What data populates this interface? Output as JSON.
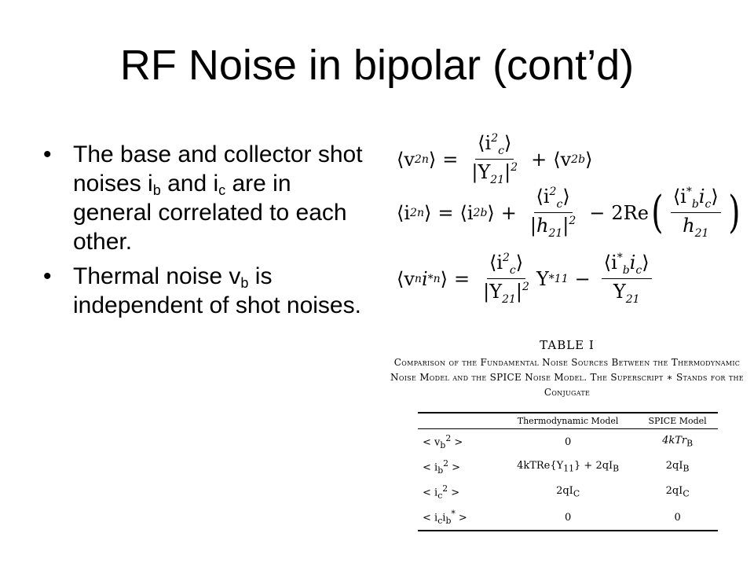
{
  "slide": {
    "title": "RF Noise in bipolar (cont’d)"
  },
  "bullets": [
    {
      "mark": "•",
      "parts": [
        "The base and collector shot noises i",
        "b",
        " and i",
        "c",
        " are in general correlated to each other."
      ]
    },
    {
      "mark": "•",
      "parts": [
        "Thermal noise v",
        "b",
        " is independent of shot noises."
      ]
    }
  ],
  "equations": {
    "e1": {
      "lhs": "⟨v",
      "lhs_sup": "2",
      "lhs_sub": "n",
      "lhs_close": "⟩",
      "num": "⟨i",
      "num_sup": "2",
      "num_sub": "c",
      "num_close": "⟩",
      "den": "|Y",
      "den_sub": "21",
      "den_close": "|",
      "den_sup": "2",
      "tail": "⟨v",
      "tail_sup": "2",
      "tail_sub": "b",
      "tail_close": "⟩"
    },
    "e2": {
      "lhs": "⟨i",
      "lhs_sup": "2",
      "lhs_sub": "n",
      "lhs_close": "⟩",
      "t1": "⟨i",
      "t1_sup": "2",
      "t1_sub": "b",
      "t1_close": "⟩",
      "num": "⟨i",
      "num_sup": "2",
      "num_sub": "c",
      "num_close": "⟩",
      "den": "|h",
      "den_sub": "21",
      "den_close": "|",
      "den_sup": "2",
      "re": "2Re",
      "inner_num": "⟨i",
      "inner_num_sup": "*",
      "inner_num_sub": "b",
      "inner_num_mid": "i",
      "inner_num_sub2": "c",
      "inner_num_close": "⟩",
      "inner_den": "h",
      "inner_den_sub": "21"
    },
    "e3": {
      "lhs": "⟨v",
      "lhs_sub": "n",
      "lhs_mid": "i",
      "lhs_sup": "*",
      "lhs_sub2": "n",
      "lhs_close": "⟩",
      "num": "⟨i",
      "num_sup": "2",
      "num_sub": "c",
      "num_close": "⟩",
      "den": "|Y",
      "den_sub": "21",
      "den_close": "|",
      "den_sup": "2",
      "y": "Y",
      "y_sup": "*",
      "y_sub": "11",
      "num2": "⟨i",
      "num2_sup": "*",
      "num2_sub": "b",
      "num2_mid": "i",
      "num2_sub2": "c",
      "num2_close": "⟩",
      "den2": "Y",
      "den2_sub": "21"
    },
    "eq_sign": "=",
    "plus": "+",
    "minus": "−",
    "lparen": "(",
    "rparen": ")"
  },
  "table": {
    "number": "TABLE I",
    "caption": "Comparison of the Fundamental Noise Sources Between the Thermodynamic Noise Model and the SPICE Noise Model. The Superscript ∗ Stands for the Conjugate",
    "headers": [
      "",
      "Thermodynamic Model",
      "SPICE Model"
    ],
    "rows": [
      {
        "q": "< v",
        "q_sub": "b",
        "q_sup": "2",
        "q_close": " >",
        "thermo": "0",
        "spice": "4kTr",
        "spice_sub": "B"
      },
      {
        "q": "< i",
        "q_sub": "b",
        "q_sup": "2",
        "q_close": " >",
        "thermo": "4kTRe{Y",
        "thermo_sub": "11",
        "thermo_tail": "} + 2qI",
        "thermo_sub2": "B",
        "spice": "2qI",
        "spice_sub": "B"
      },
      {
        "q": "< i",
        "q_sub": "c",
        "q_sup": "2",
        "q_close": " >",
        "thermo": "2qI",
        "thermo_sub": "C",
        "spice": "2qI",
        "spice_sub": "C"
      },
      {
        "q": "< i",
        "q_sub": "c",
        "q_mid": "i",
        "q_sub2": "b",
        "q_sup": "*",
        "q_close": " >",
        "thermo": "0",
        "spice": "0"
      }
    ]
  }
}
